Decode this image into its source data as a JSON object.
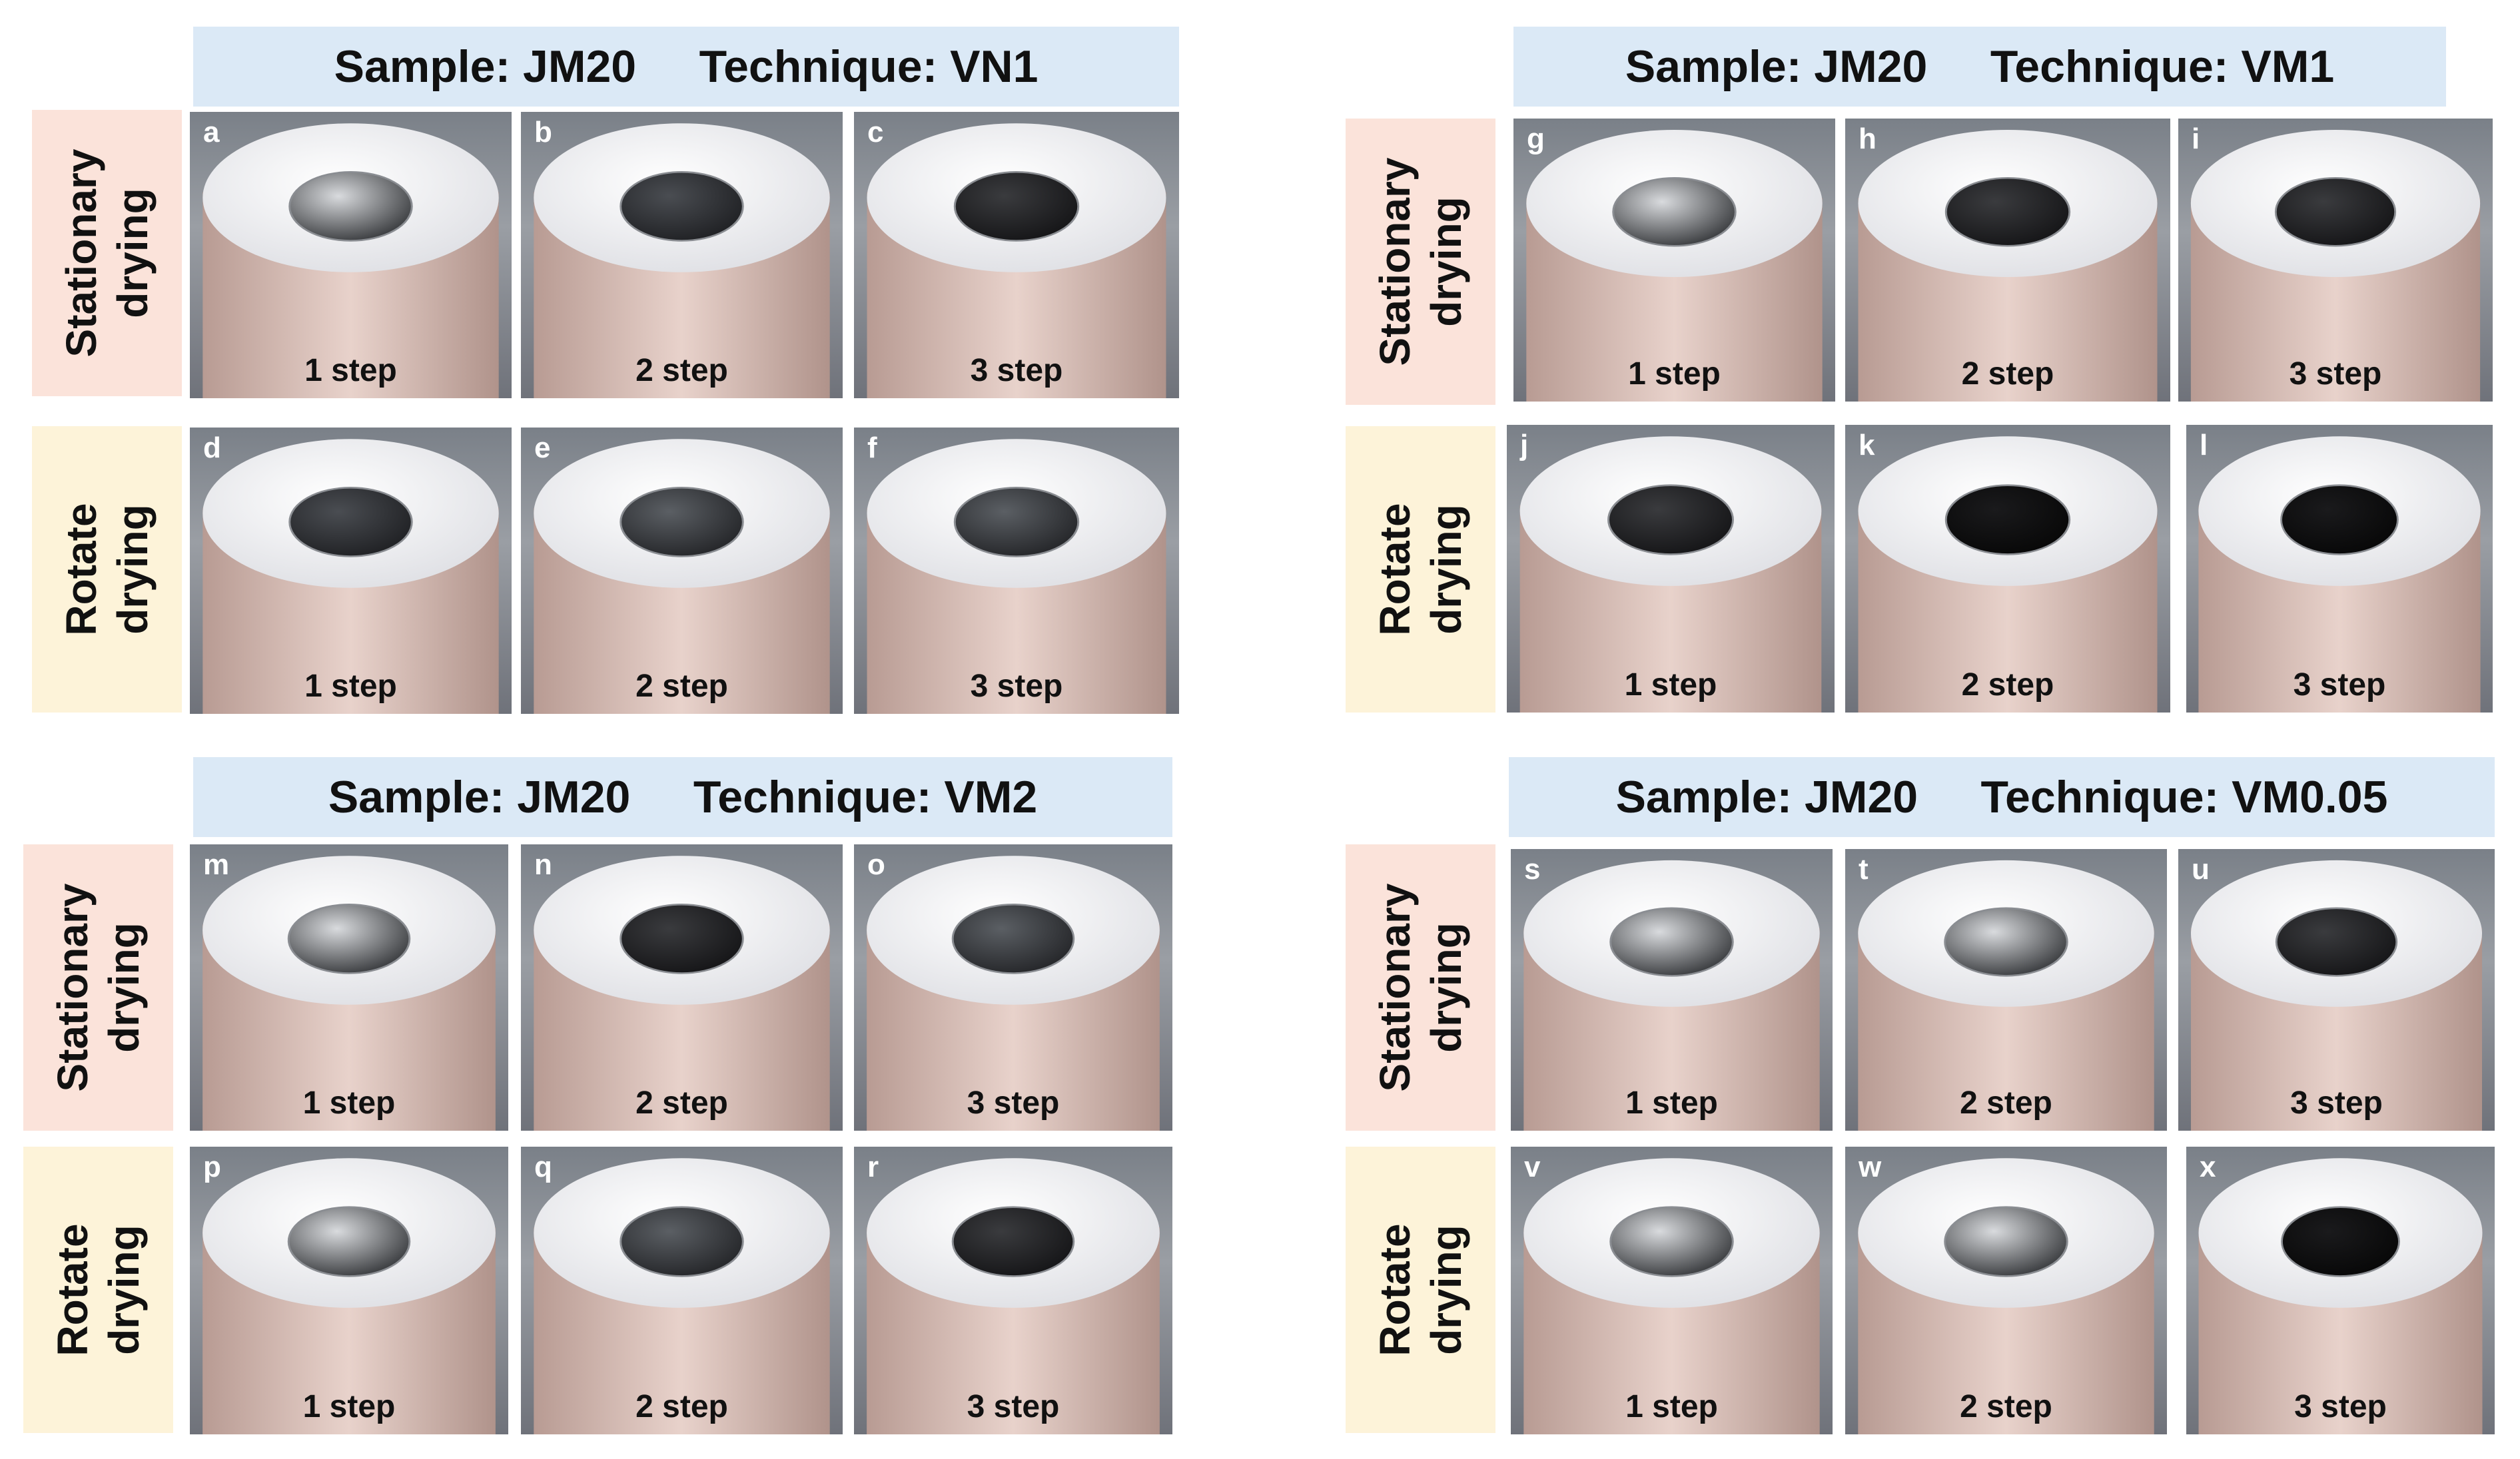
{
  "groups": [
    {
      "header": "Sample: JM20     Technique: VN1",
      "stationary_label": "Stationary\ndrying",
      "rotate_label": "Rotate\ndrying",
      "panels": [
        {
          "label": "a",
          "step": "1 step",
          "deposit": "silvery"
        },
        {
          "label": "b",
          "step": "2 step",
          "deposit": "dark-speckled"
        },
        {
          "label": "c",
          "step": "3 step",
          "deposit": "dark"
        },
        {
          "label": "d",
          "step": "1 step",
          "deposit": "dark-speckled"
        },
        {
          "label": "e",
          "step": "2 step",
          "deposit": "speckled"
        },
        {
          "label": "f",
          "step": "3 step",
          "deposit": "speckled"
        }
      ]
    },
    {
      "header": "Sample: JM20     Technique: VM1",
      "stationary_label": "Stationary\ndrying",
      "rotate_label": "Rotate\ndrying",
      "panels": [
        {
          "label": "g",
          "step": "1 step",
          "deposit": "silvery"
        },
        {
          "label": "h",
          "step": "2 step",
          "deposit": "dark"
        },
        {
          "label": "i",
          "step": "3 step",
          "deposit": "dark"
        },
        {
          "label": "j",
          "step": "1 step",
          "deposit": "dark"
        },
        {
          "label": "k",
          "step": "2 step",
          "deposit": "black"
        },
        {
          "label": "l",
          "step": "3 step",
          "deposit": "black"
        }
      ]
    },
    {
      "header": "Sample: JM20     Technique: VM2",
      "stationary_label": "Stationary\ndrying",
      "rotate_label": "Rotate\ndrying",
      "panels": [
        {
          "label": "m",
          "step": "1 step",
          "deposit": "silvery"
        },
        {
          "label": "n",
          "step": "2 step",
          "deposit": "dark"
        },
        {
          "label": "o",
          "step": "3 step",
          "deposit": "speckled"
        },
        {
          "label": "p",
          "step": "1 step",
          "deposit": "silvery"
        },
        {
          "label": "q",
          "step": "2 step",
          "deposit": "speckled"
        },
        {
          "label": "r",
          "step": "3 step",
          "deposit": "dark"
        }
      ]
    },
    {
      "header": "Sample: JM20     Technique: VM0.05",
      "stationary_label": "Stationary\ndrying",
      "rotate_label": "Rotate\ndrying",
      "panels": [
        {
          "label": "s",
          "step": "1 step",
          "deposit": "silvery"
        },
        {
          "label": "t",
          "step": "2 step",
          "deposit": "silvery"
        },
        {
          "label": "u",
          "step": "3 step",
          "deposit": "dark"
        },
        {
          "label": "v",
          "step": "1 step",
          "deposit": "silvery"
        },
        {
          "label": "w",
          "step": "2 step",
          "deposit": "silvery"
        },
        {
          "label": "x",
          "step": "3 step",
          "deposit": "black"
        }
      ]
    }
  ]
}
